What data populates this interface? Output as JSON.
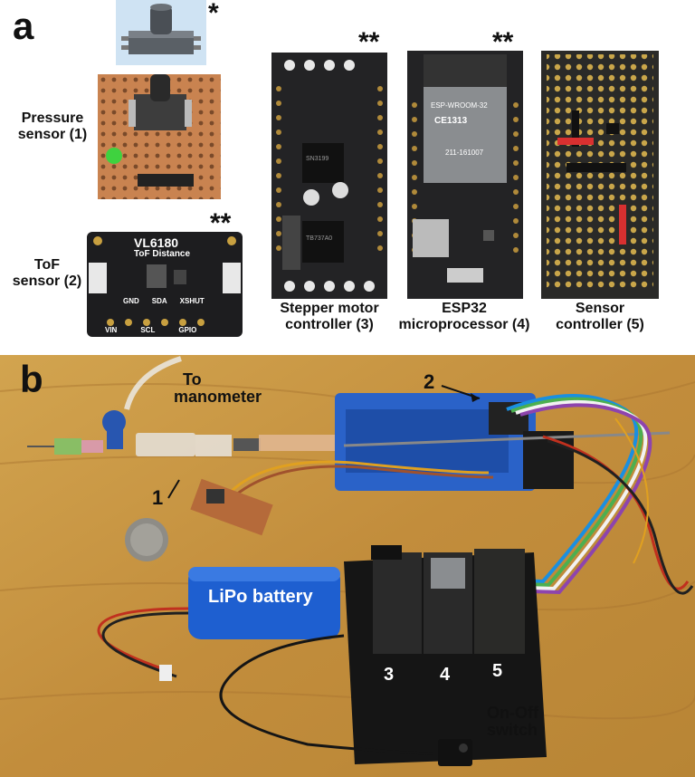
{
  "panel_a": {
    "letter": "a",
    "pressure_sensor": {
      "label_line1": "Pressure",
      "label_line2": "sensor (1)",
      "mark": "*"
    },
    "tof_sensor": {
      "label_line1": "ToF",
      "label_line2": "sensor (2)",
      "mark": "**",
      "board_title": "VL6180",
      "board_subtitle": "ToF Distance",
      "pins_top": [
        "GND",
        "SDA",
        "XSHUT"
      ],
      "pins_bottom": [
        "VIN",
        "SCL",
        "GPIO"
      ]
    },
    "stepper": {
      "label_line1": "Stepper motor",
      "label_line2": "controller (3)",
      "mark": "**",
      "chip1": "SN3199",
      "chip2": "TB737A0"
    },
    "esp32": {
      "label_line1": "ESP32",
      "label_line2": "microprocessor (4)",
      "mark": "**",
      "module": "ESP-WROOM-32",
      "cert": "CE1313",
      "fcc": "211-161007"
    },
    "sensor_ctrl": {
      "label_line1": "Sensor",
      "label_line2": "controller (5)"
    }
  },
  "panel_b": {
    "letter": "b",
    "to_manometer": {
      "line1": "To",
      "line2": "manometer"
    },
    "num_1": "1",
    "num_2": "2",
    "battery": "LiPo battery",
    "num_3": "3",
    "num_4": "4",
    "num_5": "5",
    "switch": {
      "line1": "On-Off",
      "line2": "switch"
    }
  }
}
